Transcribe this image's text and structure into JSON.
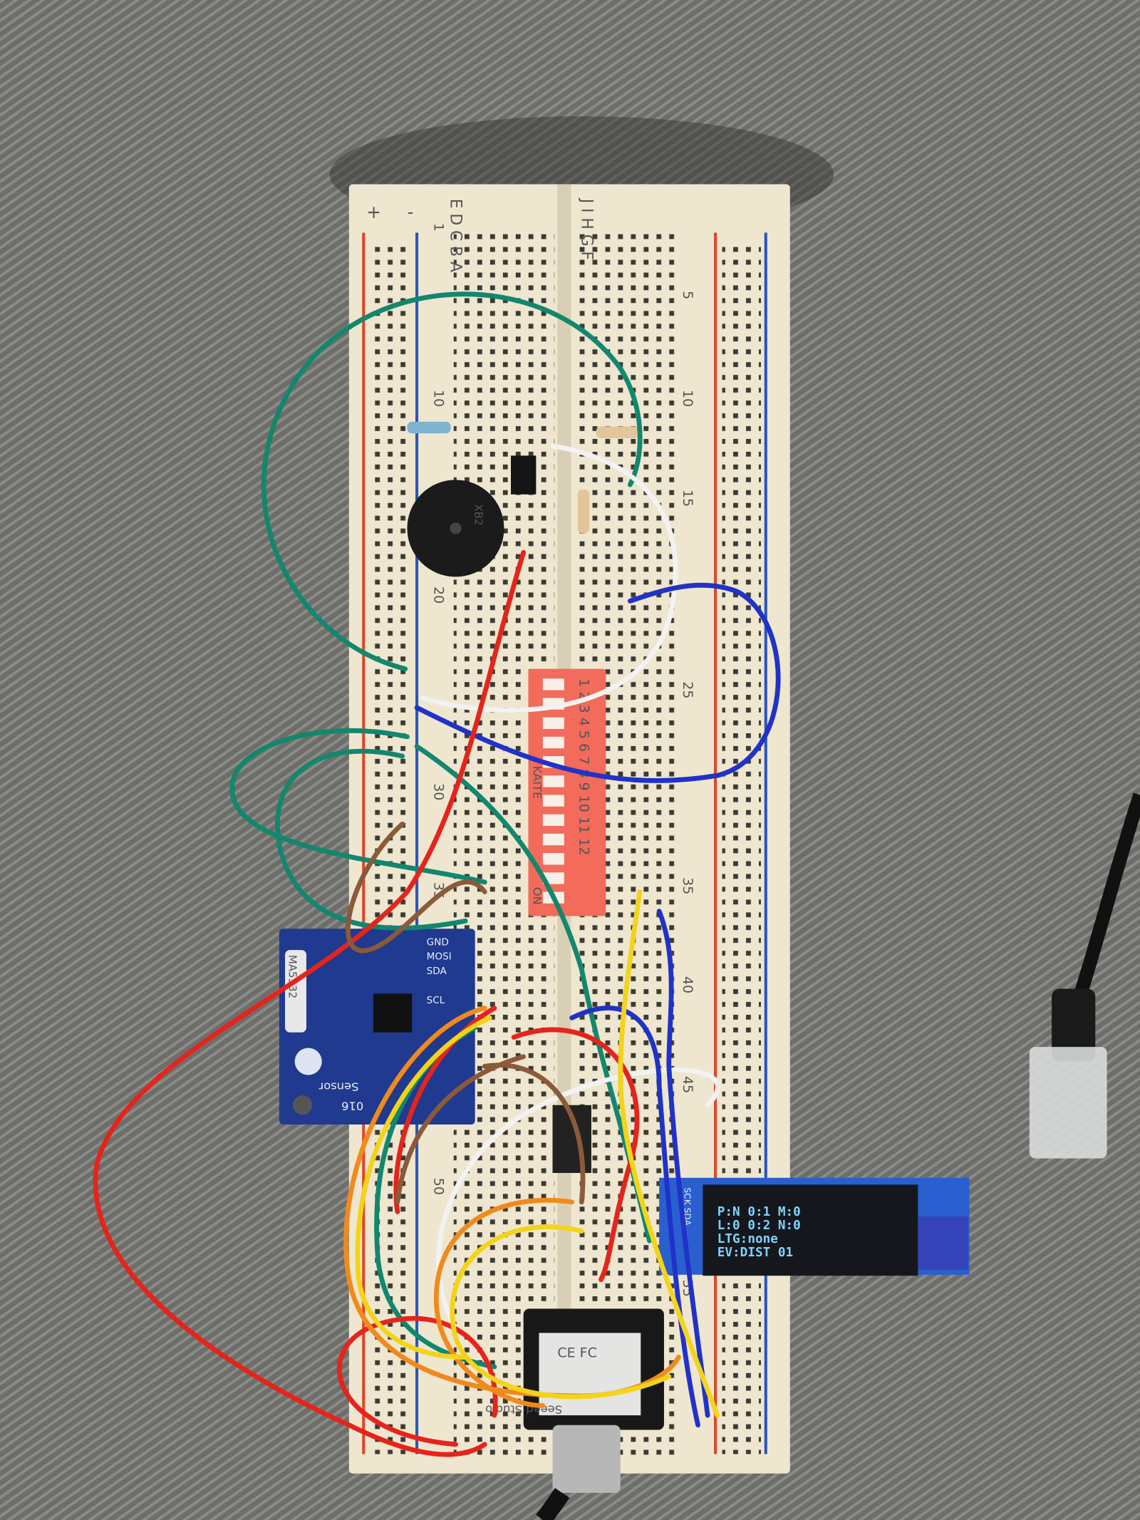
{
  "scene": {
    "breadboard": {
      "row_letters_left": "E D C B A",
      "row_letters_right": "J I H G F",
      "column_numbers": [
        "1",
        "5",
        "10",
        "15",
        "20",
        "25",
        "30",
        "35",
        "40",
        "45",
        "50",
        "55"
      ],
      "rail_plus": "+",
      "rail_minus": "-"
    },
    "buzzer": {
      "marking": "XB2"
    },
    "dip_switch": {
      "brand": "KAITE",
      "on_label": "ON",
      "positions": "1 2 3 4 5 6 7 8 9 10 11 12"
    },
    "sensor_board": {
      "chip_label": "MA5532",
      "pins": [
        "GND",
        "MOSI",
        "SDA",
        "SCL"
      ],
      "name": "Sensor",
      "model_fragment": "016"
    },
    "oled": {
      "lines": [
        "P:N 0:1 M:0",
        "L:0 0:2 N:0",
        "LTG:none",
        "EV:DIST 01"
      ],
      "pin_label": "SCK SDA"
    },
    "microcontroller": {
      "brand": "Seeed Studio",
      "marks": "CE FC"
    },
    "colors": {
      "carpet": "#6b6b68",
      "breadboard": "#efe6cf",
      "rail_red": "#d9482b",
      "rail_blue": "#2a56b8",
      "oled_text": "#7fd3ff",
      "pcb_blue": "#1f3a8f",
      "dip_switch": "#f26b5b"
    }
  }
}
